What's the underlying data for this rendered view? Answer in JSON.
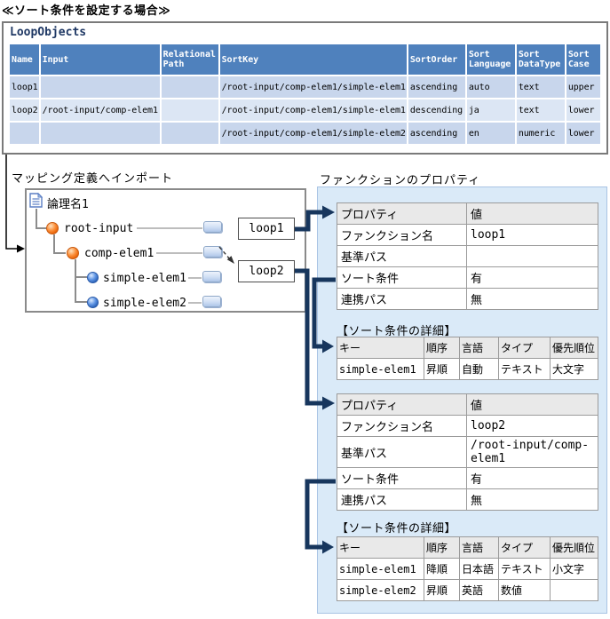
{
  "page": {
    "title": "≪ソート条件を設定する場合≫"
  },
  "loop_objects": {
    "title": "LoopObjects",
    "headers": [
      "Name",
      "Input",
      "Relational\nPath",
      "SortKey",
      "SortOrder",
      "Sort\nLanguage",
      "Sort\nDataType",
      "Sort\nCase"
    ],
    "rows": [
      [
        "loop1",
        "",
        "",
        "/root-input/comp-elem1/simple-elem1",
        "ascending",
        "auto",
        "text",
        "upper"
      ],
      [
        "loop2",
        "/root-input/comp-elem1",
        "",
        "/root-input/comp-elem1/simple-elem1",
        "descending",
        "ja",
        "text",
        "lower"
      ],
      [
        "",
        "",
        "",
        "/root-input/comp-elem1/simple-elem2",
        "ascending",
        "en",
        "numeric",
        "lower"
      ]
    ]
  },
  "mapping": {
    "label": "マッピング定義へインポート",
    "tree": {
      "root_label": "論理名1",
      "nodes": [
        {
          "label": "root-input",
          "type": "complex-element"
        },
        {
          "label": "comp-elem1",
          "type": "complex-element"
        },
        {
          "label": "simple-elem1",
          "type": "simple-element"
        },
        {
          "label": "simple-elem2",
          "type": "simple-element"
        }
      ]
    },
    "function_boxes": [
      "loop1",
      "loop2"
    ]
  },
  "properties": {
    "label": "ファンクションのプロパティ",
    "detail_caption": "【ソート条件の詳細】",
    "loop1_table": {
      "headers": [
        "プロパティ",
        "値"
      ],
      "rows": [
        [
          "ファンクション名",
          "loop1"
        ],
        [
          "基準パス",
          ""
        ],
        [
          "ソート条件",
          "有"
        ],
        [
          "連携パス",
          "無"
        ]
      ]
    },
    "loop1_detail": {
      "headers": [
        "キー",
        "順序",
        "言語",
        "タイプ",
        "優先順位"
      ],
      "rows": [
        [
          "simple-elem1",
          "昇順",
          "自動",
          "テキスト",
          "大文字"
        ]
      ]
    },
    "loop2_table": {
      "headers": [
        "プロパティ",
        "値"
      ],
      "rows": [
        [
          "ファンクション名",
          "loop2"
        ],
        [
          "基準パス",
          "/root-input/comp-elem1"
        ],
        [
          "ソート条件",
          "有"
        ],
        [
          "連携パス",
          "無"
        ]
      ]
    },
    "loop2_detail": {
      "headers": [
        "キー",
        "順序",
        "言語",
        "タイプ",
        "優先順位"
      ],
      "rows": [
        [
          "simple-elem1",
          "降順",
          "日本語",
          "テキスト",
          "小文字"
        ],
        [
          "simple-elem2",
          "昇順",
          "英語",
          "数値",
          ""
        ]
      ]
    }
  },
  "icons": {
    "tree_root": "document-icon",
    "complex_node": "complex-element-icon",
    "simple_node": "simple-element-icon",
    "handle": "mapping-handle-button"
  },
  "colors": {
    "table_header_blue": "#4f81bd",
    "row_light": "#c8d6ec",
    "row_lighter": "#dce6f4",
    "arrow_navy": "#17365d",
    "panel_blue": "#daeaf8",
    "prop_header_gray": "#e9e9e9"
  }
}
